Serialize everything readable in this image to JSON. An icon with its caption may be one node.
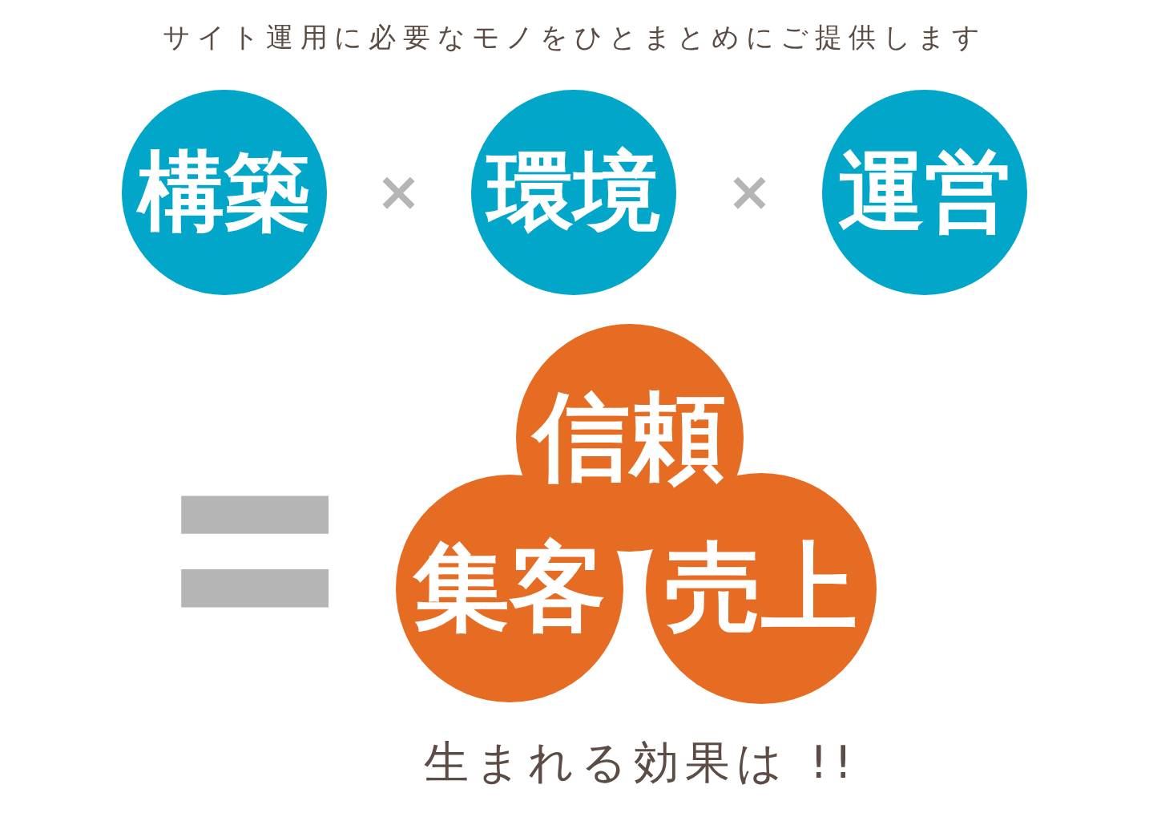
{
  "diagram": {
    "title": "サイト運用に必要なモノをひとまとめにご提供します",
    "caption": "生まれる効果は !!",
    "nodes": [
      {
        "text": [
          "構築"
        ]
      },
      {
        "text": [
          "環境"
        ]
      },
      {
        "text": [
          "運営"
        ]
      },
      {
        "text": [
          "信頼"
        ]
      },
      {
        "text": [
          "集客"
        ]
      },
      {
        "text": [
          "売上"
        ]
      }
    ],
    "edges": [],
    "labels": [
      "×",
      "×",
      "="
    ]
  }
}
